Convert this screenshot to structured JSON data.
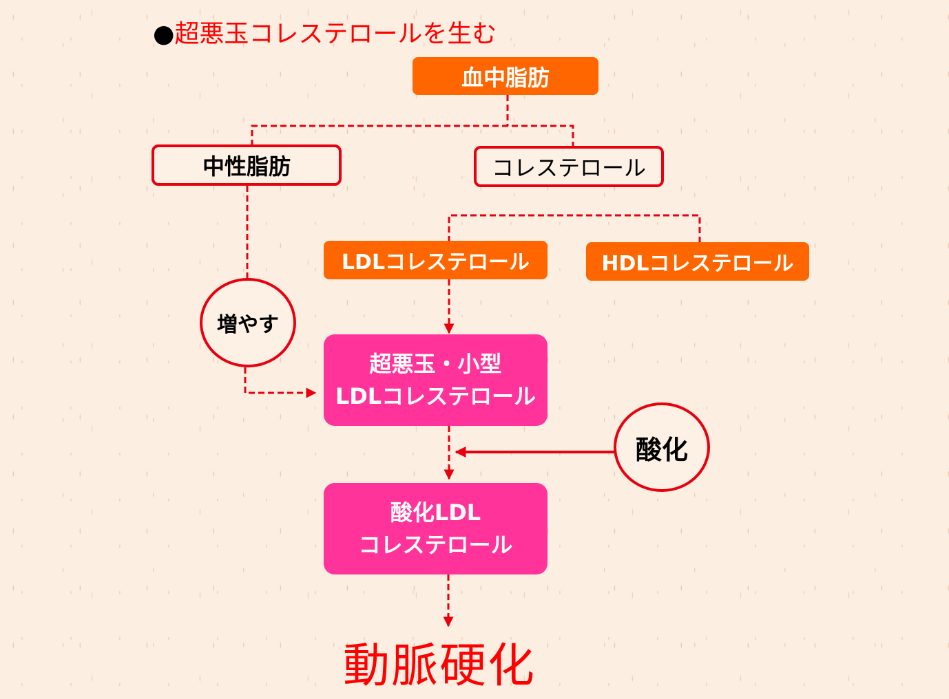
{
  "title": {
    "bullet": "●",
    "text": "超悪玉コレステロールを生む"
  },
  "nodes": {
    "blood_lipid": "血中脂肪",
    "triglyceride": "中性脂肪",
    "cholesterol": "コレステロール",
    "ldl": "LDLコレステロール",
    "hdl": "HDLコレステロール",
    "small_ldl_line1": "超悪玉・小型",
    "small_ldl_line2": "LDLコレステロール",
    "oxidized_ldl_line1": "酸化LDL",
    "oxidized_ldl_line2": "コレステロール",
    "increase": "増やす",
    "oxidation": "酸化",
    "result": "動脈硬化"
  },
  "colors": {
    "accent_red": "#e8000e",
    "orange": "#ff6600",
    "pink": "#ff3399",
    "background": "#fdeee2"
  }
}
